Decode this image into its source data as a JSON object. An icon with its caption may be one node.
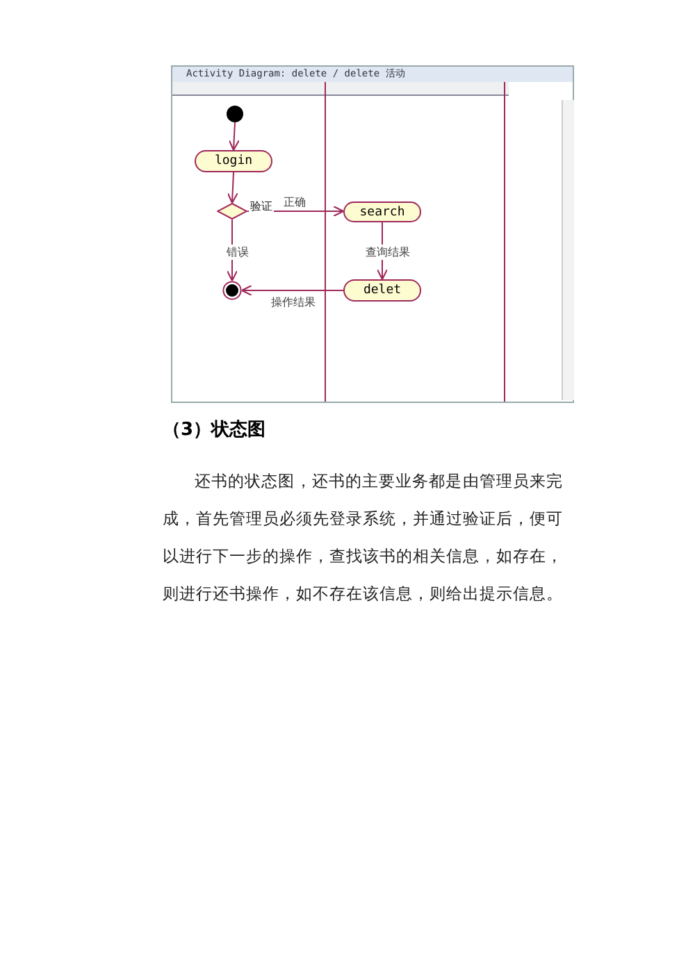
{
  "diagram": {
    "title": "（3）状态图",
    "nodes": [
      {
        "text": [],
        "shape": "circle"
      },
      {
        "text": [
          "login"
        ]
      },
      {
        "text": [],
        "shape": "diamond",
        "beside": [
          "验证"
        ]
      },
      {
        "text": [
          "search"
        ]
      },
      {
        "text": [
          "delet"
        ]
      },
      {
        "text": [],
        "shape": "circle"
      }
    ],
    "edges": [
      {
        "from": 0,
        "to": 1,
        "arrow": "to"
      },
      {
        "from": 1,
        "to": 2,
        "arrow": "to"
      },
      {
        "from": 2,
        "to": 3,
        "arrow": "to",
        "label": "正确"
      },
      {
        "from": 2,
        "to": 5,
        "arrow": "to",
        "label": "错误"
      },
      {
        "from": 3,
        "to": 4,
        "arrow": "to",
        "label": "查询结果"
      },
      {
        "from": 4,
        "to": 5,
        "arrow": "to",
        "label": "操作结果"
      }
    ],
    "labels": [
      "Activity Diagram: delete / delete 活动",
      "还书的状态图，还书的主要业务都是由管理员来完成，首先管理员必须先登录系统，并通过验证后，便可以进行下一步的操作，查找该书的相关信息，如存在，则进行还书操作，如不存在该信息，则给出提示信息。"
    ]
  }
}
